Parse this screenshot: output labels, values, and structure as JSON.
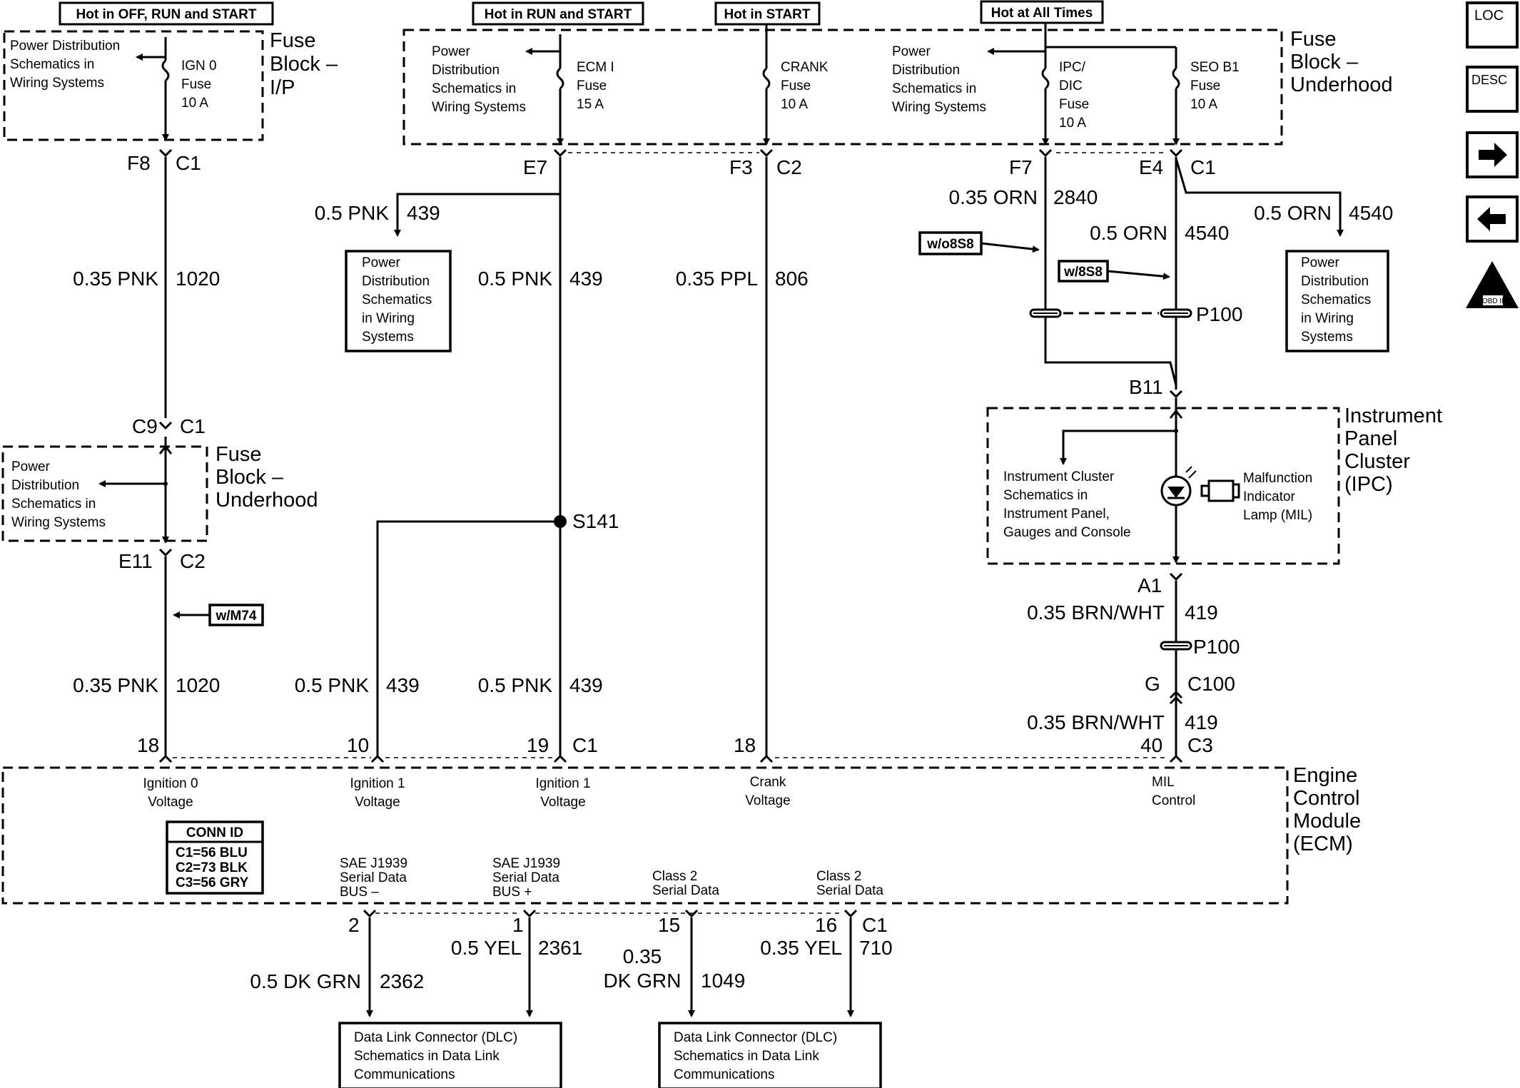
{
  "headers": {
    "hot_off_run_start": "Hot in OFF, RUN and START",
    "hot_run_start": "Hot in RUN and START",
    "hot_start": "Hot in START",
    "hot_all_times": "Hot at All Times"
  },
  "fuse_block_ip": {
    "line1": "Fuse",
    "line2": "Block –",
    "line3": "I/P"
  },
  "fuse_block_underhood": {
    "line1": "Fuse",
    "line2": "Block –",
    "line3": "Underhood"
  },
  "pds": {
    "line1": "Power Distribution",
    "line2": "Schematics in",
    "line3": "Wiring Systems"
  },
  "pds_short": {
    "line1": "Power",
    "line2": "Distribution",
    "line3": "Schematics in",
    "line4": "Wiring Systems"
  },
  "pds_box": {
    "line1": "Power",
    "line2": "Distribution",
    "line3": "Schematics",
    "line4": "in Wiring",
    "line5": "Systems"
  },
  "fuses": {
    "ign0": {
      "name": "IGN 0",
      "type": "Fuse",
      "rating": "10 A"
    },
    "ecm1": {
      "name": "ECM I",
      "type": "Fuse",
      "rating": "15 A"
    },
    "crank": {
      "name": "CRANK",
      "type": "Fuse",
      "rating": "10 A"
    },
    "ipc": {
      "name1": "IPC/",
      "name2": "DIC",
      "type": "Fuse",
      "rating": "10 A"
    },
    "seo": {
      "name": "SEO B1",
      "type": "Fuse",
      "rating": "10 A"
    }
  },
  "connectors": {
    "f8": "F8",
    "c1": "C1",
    "e7": "E7",
    "f3": "F3",
    "c2": "C2",
    "f7": "F7",
    "e4": "E4",
    "c9": "C9",
    "e11": "E11",
    "b11": "B11",
    "a1": "A1",
    "g": "G",
    "c100": "C100",
    "c3": "C3",
    "p100": "P100",
    "s141": "S141",
    "pin18a": "18",
    "pin10": "10",
    "pin19": "19",
    "pin18b": "18",
    "pin40": "40",
    "pin2": "2",
    "pin1": "1",
    "pin15": "15",
    "pin16": "16"
  },
  "wires": {
    "pnk035": "0.35 PNK",
    "c1020": "1020",
    "pnk05": "0.5 PNK",
    "c439": "439",
    "ppl035": "0.35 PPL",
    "c806": "806",
    "orn035": "0.35 ORN",
    "c2840": "2840",
    "orn05": "0.5 ORN",
    "c4540": "4540",
    "brnwht035": "0.35 BRN/WHT",
    "c419": "419",
    "dkgrn05": "0.5 DK GRN",
    "c2362": "2362",
    "yel05": "0.5 YEL",
    "c2361": "2361",
    "dkgrn035a": "0.35",
    "dkgrn035b": "DK GRN",
    "c1049": "1049",
    "yel035": "0.35 YEL",
    "c710": "710"
  },
  "options": {
    "wo8s8": "w/o8S8",
    "w8s8": "w/8S8",
    "wm74": "w/M74"
  },
  "ipc": {
    "title1": "Instrument",
    "title2": "Panel",
    "title3": "Cluster",
    "title4": "(IPC)",
    "sch1": "Instrument  Cluster",
    "sch2": "Schematics in",
    "sch3": "Instrument Panel,",
    "sch4": "Gauges and Console",
    "mil1": "Malfunction",
    "mil2": "Indicator",
    "mil3": "Lamp (MIL)"
  },
  "ecm": {
    "title1": "Engine",
    "title2": "Control",
    "title3": "Module",
    "title4": "(ECM)",
    "ign0_1": "Ignition 0",
    "ign0_2": "Voltage",
    "ign1a_1": "Ignition 1",
    "ign1a_2": "Voltage",
    "ign1b_1": "Ignition 1",
    "ign1b_2": "Voltage",
    "crank_1": "Crank",
    "crank_2": "Voltage",
    "mil_1": "MIL",
    "mil_2": "Control",
    "conn_title": "CONN ID",
    "conn1": "C1=56 BLU",
    "conn2": "C2=73 BLK",
    "conn3": "C3=56 GRY",
    "j1939m_1": "SAE J1939",
    "j1939m_2": "Serial Data",
    "j1939m_3": "BUS –",
    "j1939p_1": "SAE J1939",
    "j1939p_2": "Serial Data",
    "j1939p_3": "BUS +",
    "cls2a_1": "Class 2",
    "cls2a_2": "Serial Data",
    "cls2b_1": "Class 2",
    "cls2b_2": "Serial Data"
  },
  "dlc": {
    "line1": "Data Link Connector (DLC)",
    "line2": "Schematics in Data Link",
    "line3": "Communications"
  },
  "nav": {
    "loc": "LOC",
    "desc": "DESC",
    "obd": "OBD II"
  }
}
